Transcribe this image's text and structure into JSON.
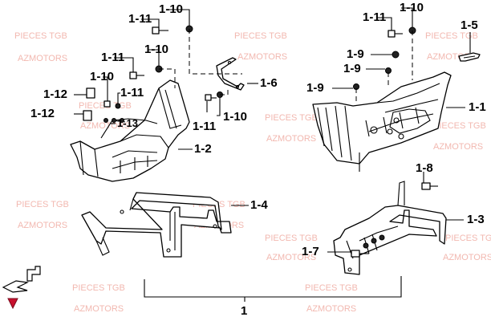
{
  "watermark": {
    "line1": "PIECES TGB",
    "line2": "AZMOTORS"
  },
  "labels": {
    "l_1_11_a": "1-11",
    "l_1_10_a": "1-10",
    "l_1_11_b": "1-11",
    "l_1_10_b": "1-10",
    "l_1_10_c": "1-10",
    "l_1_11_c": "1-11",
    "l_1_12_a": "1-12",
    "l_1_12_b": "1-12",
    "l_1_13": "1-13",
    "l_1_6": "1-6",
    "l_1_11_d": "1-11",
    "l_1_10_d": "1-10",
    "l_1_2": "1-2",
    "l_1_4": "1-4",
    "r_1_11": "1-11",
    "r_1_10": "1-10",
    "r_1_5": "1-5",
    "r_1_9_a": "1-9",
    "r_1_9_b": "1-9",
    "r_1_9_c": "1-9",
    "r_1_1": "1-1",
    "r_1_8": "1-8",
    "r_1_3": "1-3",
    "r_1_7": "1-7",
    "assembly": "1"
  },
  "colors": {
    "line": "#000000",
    "watermark": "#f2b8b0",
    "logo_red": "#c8102e"
  },
  "icons": {
    "logo": "tgb-logo-icon"
  }
}
